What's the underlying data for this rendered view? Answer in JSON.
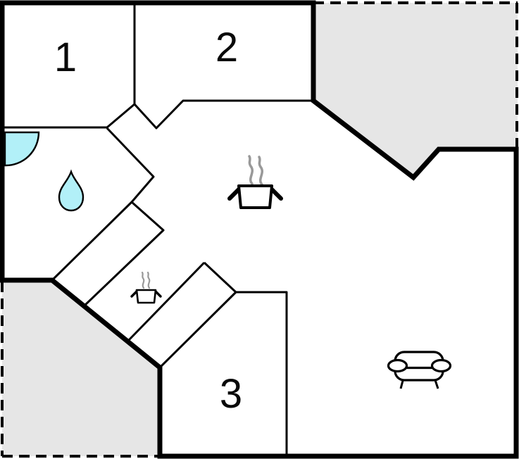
{
  "floorplan": {
    "type": "vacation-house-floor-plan",
    "rooms": [
      {
        "label": "1"
      },
      {
        "label": "2"
      },
      {
        "label": "3"
      }
    ],
    "colors": {
      "wall": "#000000",
      "terrace_fill": "#e6e6e6",
      "water_fill": "#b2f0f8",
      "steam": "#999999"
    },
    "icons": [
      {
        "name": "door-swing-icon"
      },
      {
        "name": "water-drop-icon"
      },
      {
        "name": "cooking-pot-icon"
      },
      {
        "name": "small-cooking-pot-icon"
      },
      {
        "name": "sofa-icon"
      }
    ],
    "areas": {
      "terrace_top_right": "terrace (dashed outline, shaded)",
      "terrace_bottom_left": "terrace (dashed outline, shaded)",
      "bathroom": "wet room with drop symbol and door swing",
      "kitchen_living": "open kitchen / living area with pot and sofa",
      "kitchenette": "small pot niche between diagonal walls"
    }
  }
}
